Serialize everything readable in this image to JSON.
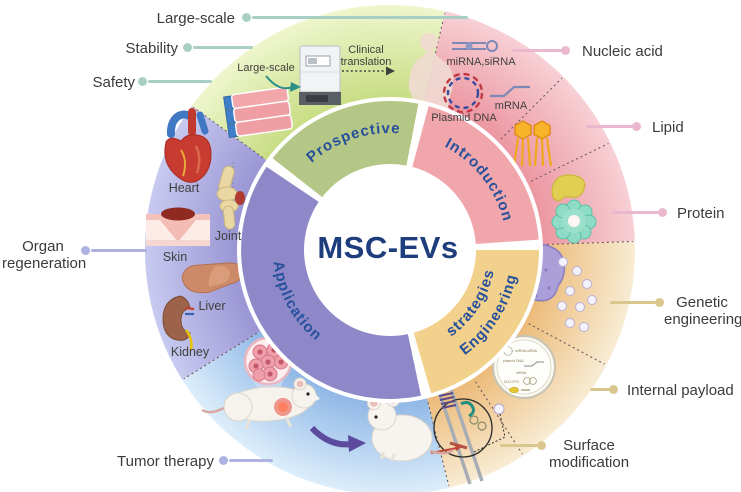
{
  "center": {
    "title": "MSC-EVs"
  },
  "sections": {
    "prospective": {
      "label": "Prospective",
      "color": "#b5c786"
    },
    "introduction": {
      "label": "Introduction",
      "color": "#f0a6ab"
    },
    "engineering": {
      "label_line1": "Engineering",
      "label_line2": "strategies",
      "color": "#f2d18c"
    },
    "application": {
      "label": "Application",
      "color": "#8e88c9"
    }
  },
  "callouts": {
    "large_scale": "Large-scale",
    "stability": "Stability",
    "safety": "Safety",
    "organ_line1": "Organ",
    "organ_line2": "regeneration",
    "tumor_therapy": "Tumor therapy",
    "nucleic_acid": "Nucleic acid",
    "lipid": "Lipid",
    "protein": "Protein",
    "genetic_line1": "Genetic",
    "genetic_line2": "engineering",
    "internal_payload": "Internal payload",
    "surface_line1": "Surface",
    "surface_line2": "modification"
  },
  "inner_labels": {
    "large_scale": "Large-scale",
    "clinical_line1": "Clinical",
    "clinical_line2": "translation",
    "mirna_sirna": "miRNA,siRNA",
    "plasmid_dna": "Plasmid DNA",
    "mrna": "mRNA",
    "heart": "Heart",
    "joint": "Joint",
    "skin": "Skin",
    "liver": "Liver",
    "kidney": "Kidney"
  },
  "payload_items": [
    "miRNA,siRNA",
    "plasmid DNA",
    "mRNA",
    "DOX,PTX"
  ],
  "colors": {
    "connector_teal": "#a9cfc5",
    "connector_periwinkle": "#aeb2e0",
    "connector_pink": "#eab8ce",
    "connector_tan": "#d9c78e",
    "sector_green_outer": "#edf5c9",
    "sector_pink_outer": "#f7d0d5",
    "sector_yellow_outer": "#f8ecd4",
    "sector_purple_outer": "#c7caf0",
    "sector_blue_outer": "#ddeefb",
    "ring_label_text": "#27509c",
    "center_title_text": "#1d3d7c"
  }
}
